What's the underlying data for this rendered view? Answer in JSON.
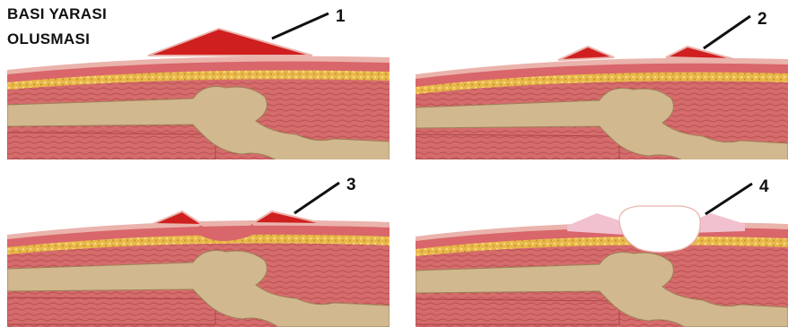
{
  "title": {
    "line1": "BASI YARASI",
    "line2": "OLUSMASI"
  },
  "panels": [
    {
      "label": "1"
    },
    {
      "label": "2"
    },
    {
      "label": "3"
    },
    {
      "label": "4"
    }
  ],
  "colors": {
    "epidermis": "#eab3ac",
    "dermis": "#d9666a",
    "fat": "#e9b84a",
    "muscle": "#d56c6c",
    "bone": "#d2b88f",
    "wound": "#cf1f1f",
    "leader": "#111111"
  }
}
